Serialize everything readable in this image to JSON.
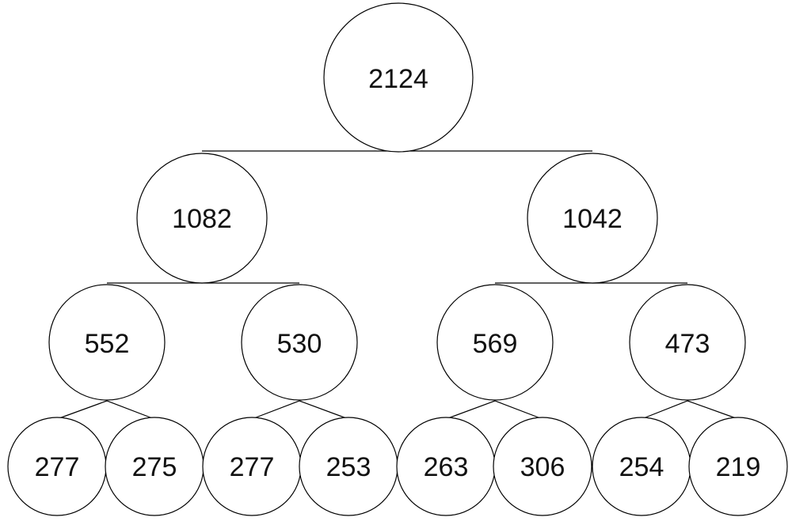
{
  "tree": {
    "root": {
      "id": "n0",
      "value": "2124"
    },
    "level1": [
      {
        "id": "n1",
        "value": "1082"
      },
      {
        "id": "n2",
        "value": "1042"
      }
    ],
    "level2": [
      {
        "id": "n3",
        "value": "552"
      },
      {
        "id": "n4",
        "value": "530"
      },
      {
        "id": "n5",
        "value": "569"
      },
      {
        "id": "n6",
        "value": "473"
      }
    ],
    "level3": [
      {
        "id": "n7",
        "value": "277"
      },
      {
        "id": "n8",
        "value": "275"
      },
      {
        "id": "n9",
        "value": "277"
      },
      {
        "id": "n10",
        "value": "253"
      },
      {
        "id": "n11",
        "value": "263"
      },
      {
        "id": "n12",
        "value": "306"
      },
      {
        "id": "n13",
        "value": "254"
      },
      {
        "id": "n14",
        "value": "219"
      }
    ]
  }
}
